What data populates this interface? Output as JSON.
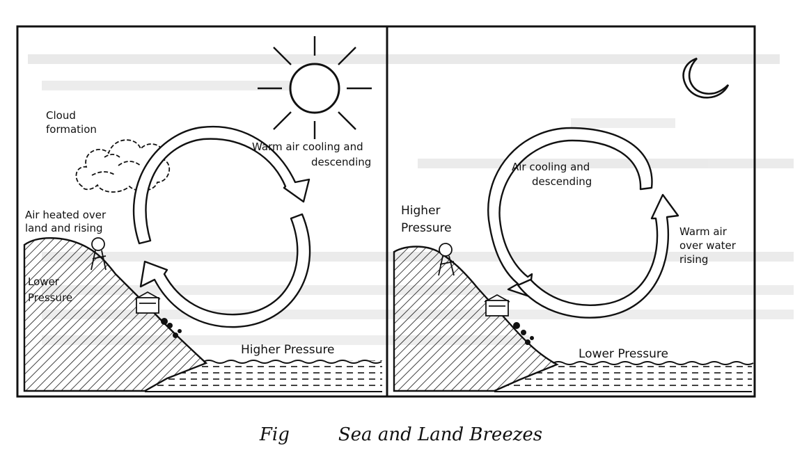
{
  "caption": {
    "prefix": "Fig",
    "title": "Sea and Land Breezes"
  },
  "sea_breeze": {
    "cloud_label": [
      "Cloud",
      "formation"
    ],
    "warm_air_label": [
      "Warm air cooling and",
      "descending"
    ],
    "air_heated_label": [
      "Air heated over",
      "land and rising"
    ],
    "land_pressure": [
      "Lower",
      "Pressure"
    ],
    "sea_pressure": "Higher Pressure",
    "sky_icon": "sun-icon"
  },
  "land_breeze": {
    "air_cooling_label": [
      "Air cooling and",
      "descending"
    ],
    "land_pressure": [
      "Higher",
      "Pressure"
    ],
    "warm_air_label": [
      "Warm air",
      "over water",
      "rising"
    ],
    "sea_pressure": "Lower Pressure",
    "sky_icon": "moon-icon"
  },
  "colors": {
    "ink": "#111111",
    "paper": "#ffffff",
    "bleed": "#d8d8d8"
  }
}
